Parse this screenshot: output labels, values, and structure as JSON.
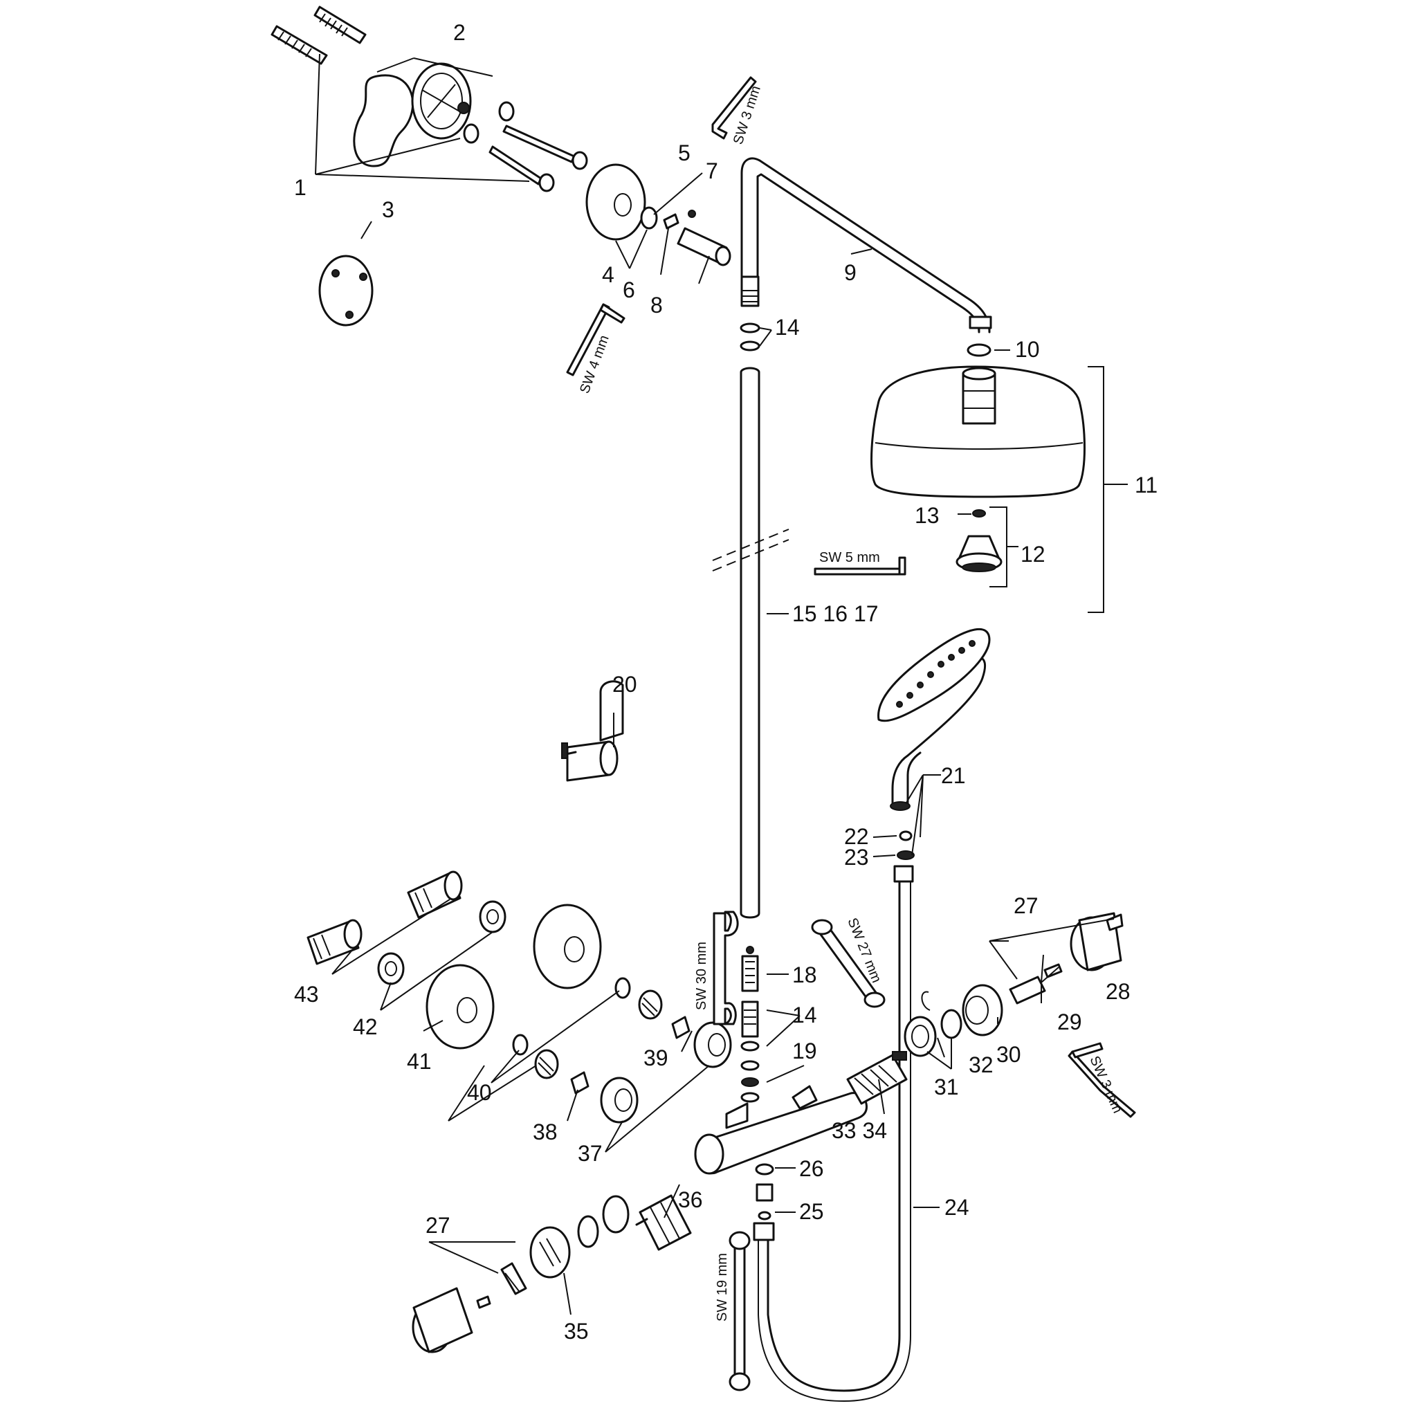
{
  "callouts": {
    "c1": "1",
    "c2": "2",
    "c3": "3",
    "c4": "4",
    "c5": "5",
    "c6": "6",
    "c7": "7",
    "c8": "8",
    "c9": "9",
    "c10": "10",
    "c11": "11",
    "c12": "12",
    "c13": "13",
    "c14a": "14",
    "c15_17": "15 16 17",
    "c14b": "14",
    "c18": "18",
    "c19": "19",
    "c20": "20",
    "c21": "21",
    "c22": "22",
    "c23": "23",
    "c24": "24",
    "c25": "25",
    "c26": "26",
    "c27a": "27",
    "c27b": "27",
    "c28": "28",
    "c29": "29",
    "c30": "30",
    "c31": "31",
    "c32": "32",
    "c33_34": "33 34",
    "c35": "35",
    "c36": "36",
    "c37": "37",
    "c38": "38",
    "c39": "39",
    "c40": "40",
    "c41": "41",
    "c42": "42",
    "c43": "43"
  },
  "tool_labels": {
    "sw3_top": "SW 3 mm",
    "sw4": "SW 4 mm",
    "sw5": "SW 5 mm",
    "sw30": "SW 30 mm",
    "sw27": "SW 27 mm",
    "sw3_right": "SW 3 mm",
    "sw19": "SW 19 mm"
  }
}
